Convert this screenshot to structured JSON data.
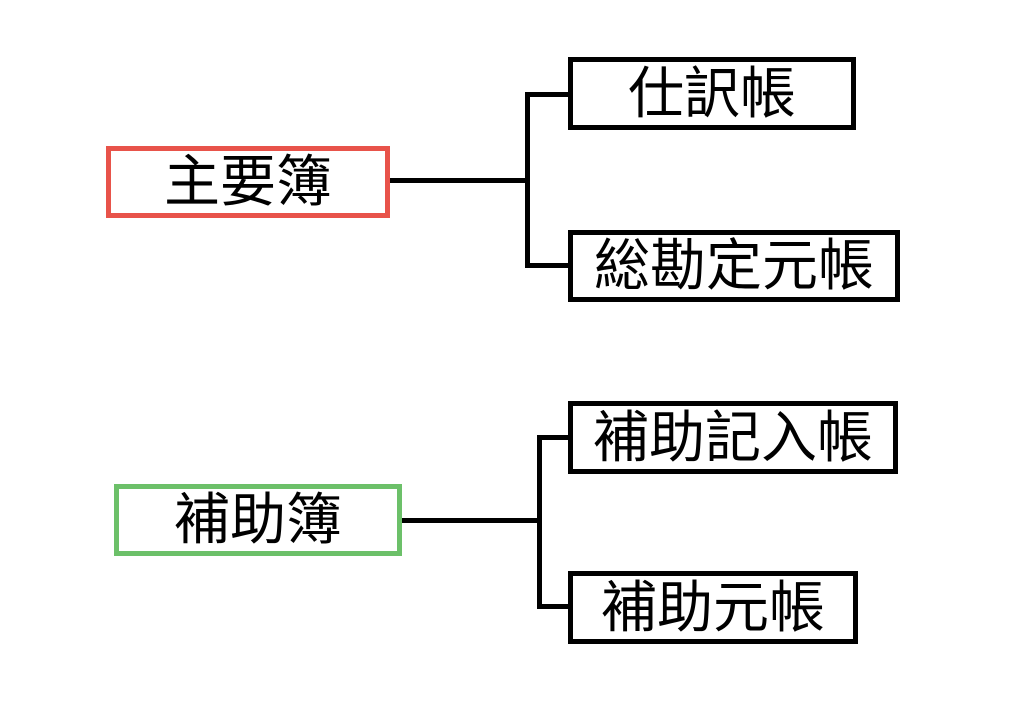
{
  "diagram": {
    "line_color": "#000000",
    "groups": [
      {
        "id": "main-books",
        "parent": {
          "label": "主要簿",
          "border_color": "#e8534a"
        },
        "children": [
          {
            "label": "仕訳帳"
          },
          {
            "label": "総勘定元帳"
          }
        ]
      },
      {
        "id": "subsidiary-books",
        "parent": {
          "label": "補助簿",
          "border_color": "#6cc069"
        },
        "children": [
          {
            "label": "補助記入帳"
          },
          {
            "label": "補助元帳"
          }
        ]
      }
    ]
  }
}
